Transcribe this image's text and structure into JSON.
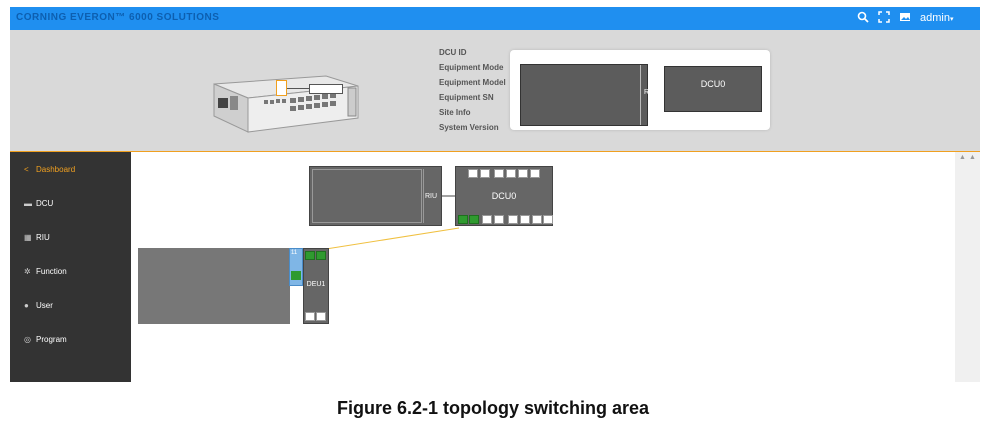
{
  "topbar": {
    "brand": "CORNING EVERON™ 6000 SOLUTIONS",
    "user": "admin"
  },
  "icons": {
    "search": "search-icon",
    "fullscreen": "fullscreen-icon",
    "image": "image-icon"
  },
  "info_labels": [
    "DCU ID",
    "Equipment Mode",
    "Equipment Model",
    "Equipment SN",
    "Site Info",
    "System Version"
  ],
  "popup": {
    "riu_label": "RIU",
    "dcu_label": "DCU0"
  },
  "sidebar": {
    "items": [
      {
        "label": "Dashboard",
        "icon": "share-icon"
      },
      {
        "label": "DCU",
        "icon": "monitor-icon"
      },
      {
        "label": "RIU",
        "icon": "grid-icon"
      },
      {
        "label": "Function",
        "icon": "gear-icon"
      },
      {
        "label": "User",
        "icon": "user-icon"
      },
      {
        "label": "Program",
        "icon": "program-icon"
      }
    ]
  },
  "topology": {
    "riu_label": "RIU",
    "dcu_label": "DCU0",
    "deu_label": "DEU1",
    "port_label": "11"
  },
  "caption": "Figure 6.2-1 topology switching area",
  "colors": {
    "topbar": "#1f8ff0",
    "sidebar": "#333333",
    "accent": "#f0a020",
    "port_green": "#2f9a2f"
  }
}
